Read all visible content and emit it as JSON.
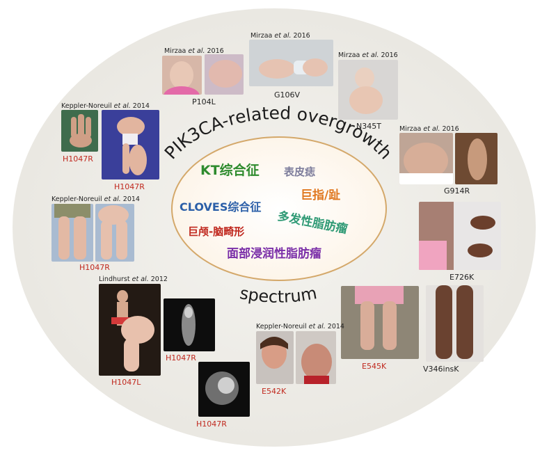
{
  "title_arc": "PIK3CA-related overgrowth",
  "spectrum": "spectrum",
  "terms": [
    {
      "text": "KT综合征",
      "color": "#2e8b2e"
    },
    {
      "text": "表皮痣",
      "color": "#7d7d9c"
    },
    {
      "text": "巨指/趾",
      "color": "#e07820"
    },
    {
      "text": "CLOVES综合征",
      "color": "#2b5fa8"
    },
    {
      "text": "多发性脂肪瘤",
      "color": "#2f9a75"
    },
    {
      "text": "巨颅-脑畸形",
      "color": "#c0281e"
    },
    {
      "text": "面部浸润性脂肪瘤",
      "color": "#7a2ea8"
    }
  ],
  "cases": [
    {
      "citation": {
        "author": "Mirzaa",
        "etal": "et al.",
        "year": "2016"
      },
      "mutation": "P104L",
      "mutation_color": "#222222"
    },
    {
      "citation": {
        "author": "Mirzaa",
        "etal": "et al.",
        "year": "2016"
      },
      "mutation": "G106V",
      "mutation_color": "#222222"
    },
    {
      "citation": {
        "author": "Mirzaa",
        "etal": "et al.",
        "year": "2016"
      },
      "mutation": "N345T",
      "mutation_color": "#222222"
    },
    {
      "citation": {
        "author": "Mirzaa",
        "etal": "et al.",
        "year": "2016"
      },
      "mutation": "G914R",
      "mutation_color": "#222222"
    },
    {
      "citation": null,
      "mutation": "E726K",
      "mutation_color": "#222222"
    },
    {
      "citation": null,
      "mutation": "V346insK",
      "mutation_color": "#222222"
    },
    {
      "citation": null,
      "mutation": "E545K",
      "mutation_color": "#c0281e"
    },
    {
      "citation": {
        "author": "Keppler-Noreuil",
        "etal": "et al.",
        "year": "2014"
      },
      "mutation": "E542K",
      "mutation_color": "#c0281e"
    },
    {
      "citation": null,
      "mutation": "H1047R",
      "mutation_color": "#c0281e"
    },
    {
      "citation": null,
      "mutation": "H1047R",
      "mutation_color": "#c0281e"
    },
    {
      "citation": {
        "author": "Lindhurst",
        "etal": "et al.",
        "year": "2012"
      },
      "mutation": "H1047L",
      "mutation_color": "#c0281e"
    },
    {
      "citation": {
        "author": "Keppler-Noreuil",
        "etal": "et al.",
        "year": "2014"
      },
      "mutation": "H1047R",
      "mutation_color": "#c0281e"
    },
    {
      "citation": {
        "author": "Keppler-Noreuil",
        "etal": "et al.",
        "year": "2014"
      },
      "mutation": "H1047R",
      "mutation_color": "#c0281e"
    },
    {
      "citation": null,
      "mutation": "H1047R",
      "mutation_color": "#c0281e"
    }
  ]
}
